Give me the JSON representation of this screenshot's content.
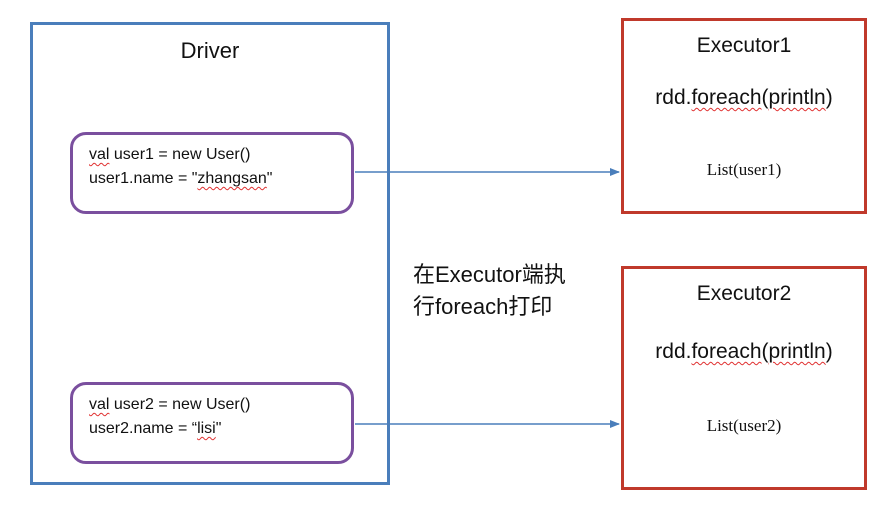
{
  "driver": {
    "title": "Driver",
    "code_block_1": {
      "line1_kw": "val",
      "line1_rest": " user1 = new User()",
      "line2_pre": "user1.name = \"",
      "line2_val": "zhangsan",
      "line2_post": "\""
    },
    "code_block_2": {
      "line1_kw": "val",
      "line1_rest": " user2 = new User()",
      "line2_pre": "user2.name = “",
      "line2_val": "lisi",
      "line2_post": "\""
    }
  },
  "executors": [
    {
      "title": "Executor1",
      "code_pre": "rdd.",
      "code_fn": "foreach",
      "code_paren_open": "(",
      "code_arg": "println",
      "code_paren_close": ")",
      "list": "List(user1)"
    },
    {
      "title": "Executor2",
      "code_pre": "rdd.",
      "code_fn": "foreach",
      "code_paren_open": "(",
      "code_arg": "println",
      "code_paren_close": ")",
      "list": "List(user2)"
    }
  ],
  "annotation": {
    "line1": "在Executor端执",
    "line2": "行foreach打印"
  },
  "colors": {
    "driver_border": "#4a7ebb",
    "code_border": "#7a4f9e",
    "executor_border": "#c0392b",
    "arrow": "#4a7ebb",
    "spellcheck": "#e03030"
  }
}
